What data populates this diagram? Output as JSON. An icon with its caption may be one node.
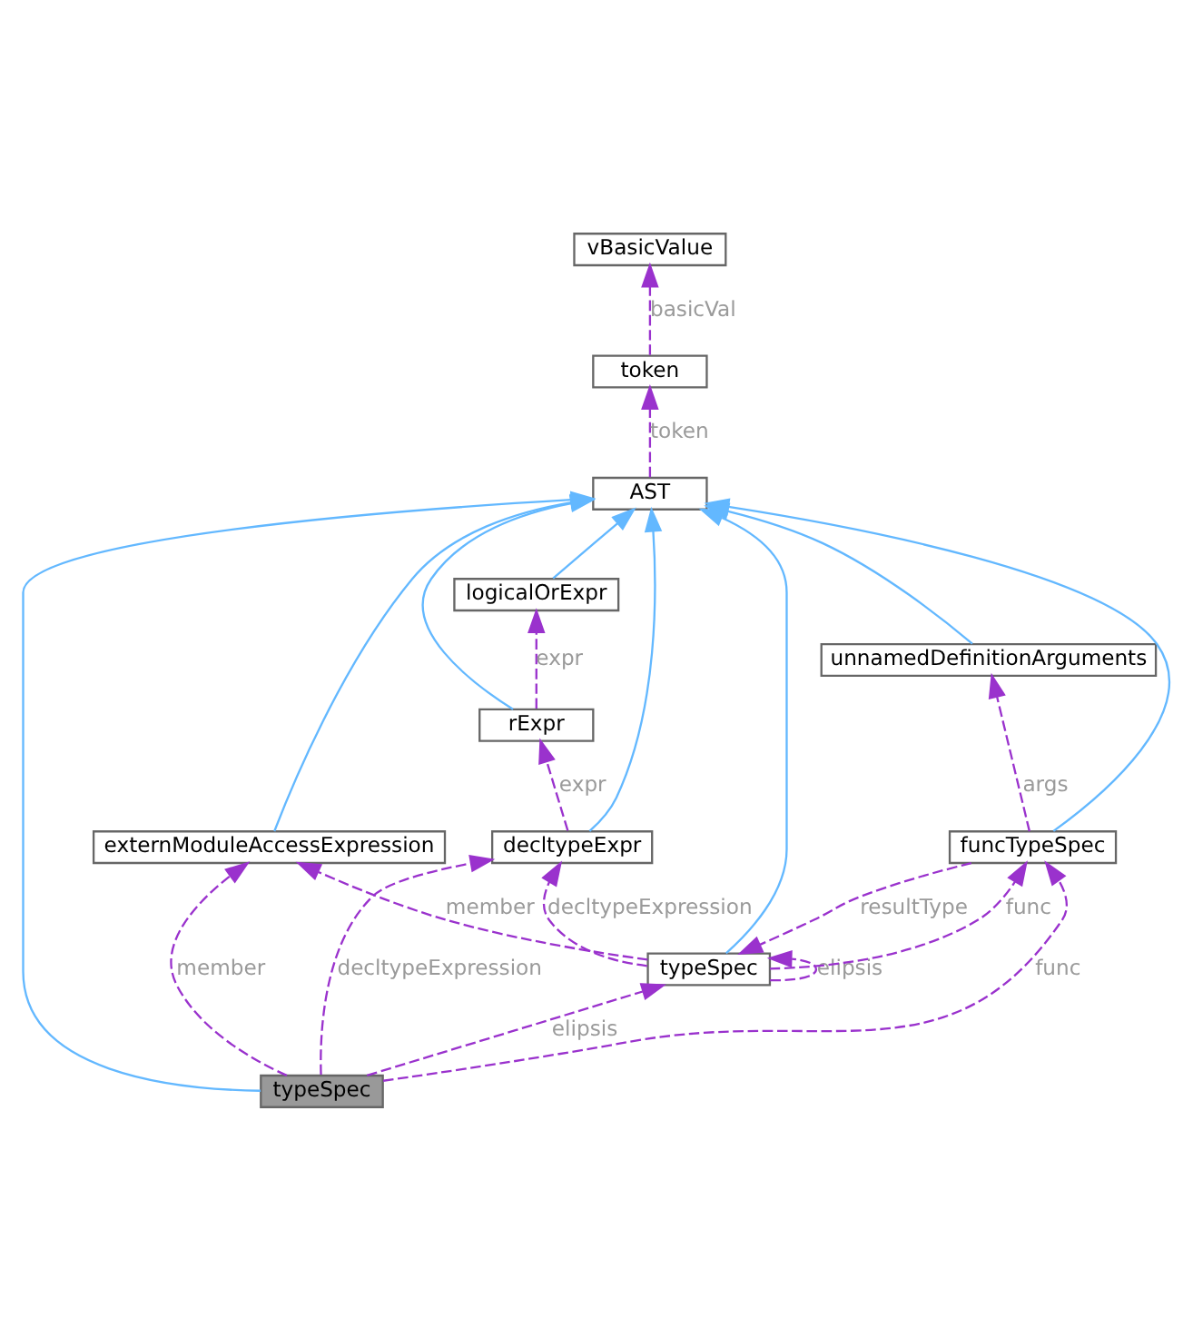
{
  "diagram": {
    "nodes": [
      {
        "text": [
          "vBasicValue"
        ]
      },
      {
        "text": [
          "token"
        ]
      },
      {
        "text": [
          "AST"
        ]
      },
      {
        "text": [
          "logicalOrExpr"
        ]
      },
      {
        "text": [
          "unnamedDefinitionArguments"
        ]
      },
      {
        "text": [
          "rExpr"
        ]
      },
      {
        "text": [
          "externModuleAccessExpression"
        ]
      },
      {
        "text": [
          "decltypeExpr"
        ]
      },
      {
        "text": [
          "typeSpec"
        ]
      },
      {
        "text": [
          "funcTypeSpec"
        ]
      },
      {
        "text": [
          "typeSpec"
        ]
      }
    ],
    "edges": [
      {
        "from": 1,
        "to": 0,
        "arrow": "to",
        "label": "basicVal",
        "style": "dashed",
        "color": "#9a32cd"
      },
      {
        "from": 2,
        "to": 1,
        "arrow": "to",
        "label": "token",
        "style": "dashed",
        "color": "#9a32cd"
      },
      {
        "from": 3,
        "to": 2,
        "arrow": "to",
        "color": "#63b8ff"
      },
      {
        "from": 4,
        "to": 2,
        "arrow": "to",
        "color": "#63b8ff"
      },
      {
        "from": 5,
        "to": 2,
        "arrow": "to",
        "color": "#63b8ff"
      },
      {
        "from": 5,
        "to": 3,
        "arrow": "to",
        "label": "expr",
        "style": "dashed",
        "color": "#9a32cd"
      },
      {
        "from": 6,
        "to": 2,
        "arrow": "to",
        "color": "#63b8ff"
      },
      {
        "from": 7,
        "to": 2,
        "arrow": "to",
        "color": "#63b8ff"
      },
      {
        "from": 7,
        "to": 5,
        "arrow": "to",
        "label": "expr",
        "style": "dashed",
        "color": "#9a32cd"
      },
      {
        "from": 8,
        "to": 2,
        "arrow": "to",
        "color": "#63b8ff"
      },
      {
        "from": 8,
        "to": 6,
        "arrow": "to",
        "label": "member",
        "style": "dashed",
        "color": "#9a32cd"
      },
      {
        "from": 8,
        "to": 7,
        "arrow": "to",
        "label": "decltypeExpression",
        "style": "dashed",
        "color": "#9a32cd"
      },
      {
        "from": 8,
        "to": 8,
        "arrow": "to",
        "label": "elipsis",
        "style": "dashed",
        "color": "#9a32cd"
      },
      {
        "from": 8,
        "to": 9,
        "arrow": "to",
        "label": "func",
        "style": "dashed",
        "color": "#9a32cd"
      },
      {
        "from": 9,
        "to": 2,
        "arrow": "to",
        "color": "#63b8ff"
      },
      {
        "from": 9,
        "to": 4,
        "arrow": "to",
        "label": "args",
        "style": "dashed",
        "color": "#9a32cd"
      },
      {
        "from": 9,
        "to": 8,
        "arrow": "to",
        "label": "resultType",
        "style": "dashed",
        "color": "#9a32cd"
      },
      {
        "from": 10,
        "to": 2,
        "arrow": "to",
        "color": "#63b8ff"
      },
      {
        "from": 10,
        "to": 9,
        "arrow": "to",
        "label": "func",
        "style": "dashed",
        "color": "#9a32cd"
      },
      {
        "from": 10,
        "to": 6,
        "arrow": "to",
        "label": "member",
        "style": "dashed",
        "color": "#9a32cd"
      },
      {
        "from": 10,
        "to": 8,
        "arrow": "to",
        "label": "elipsis",
        "style": "dashed",
        "color": "#9a32cd"
      },
      {
        "from": 10,
        "to": 7,
        "arrow": "to",
        "label": "decltypeExpression",
        "style": "dashed",
        "color": "#9a32cd"
      }
    ]
  }
}
